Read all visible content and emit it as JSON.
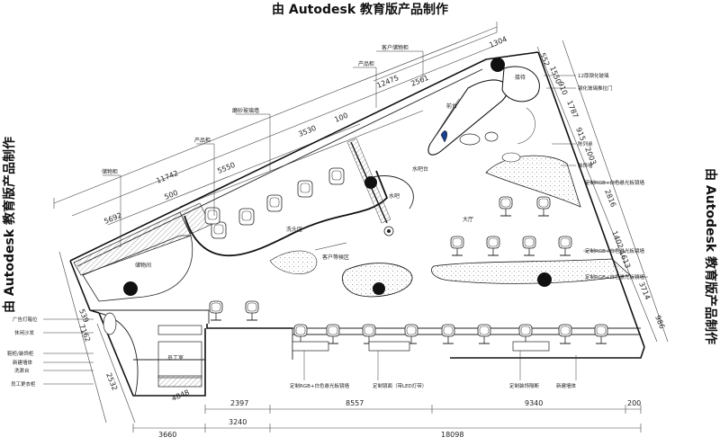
{
  "watermark": {
    "top": "由 Autodesk 教育版产品制作",
    "left": "由 Autodesk 教育版产品制作",
    "right": "由 Autodesk 教育版产品制作"
  },
  "dimensions": {
    "top_1304": "1304",
    "top_12475": "12475",
    "top_2561": "2561",
    "top_3530": "3530",
    "top_100": "100",
    "top_5550": "5550",
    "top_11742": "11742",
    "top_500": "500",
    "top_5692": "5692",
    "right_552": "552",
    "right_1550": "1550",
    "right_910": "910",
    "right_1787": "1787",
    "right_915": "915",
    "right_2003": "2003",
    "right_2816": "2816",
    "right_1402": "1402",
    "right_1613": "1613",
    "right_3714": "3714",
    "right_986": "986",
    "left_539": "539",
    "left_7162": "7162",
    "left_2532": "2532",
    "left_4848": "4848",
    "bottom_2397": "2397",
    "bottom_8557": "8557",
    "bottom_9340": "9340",
    "bottom_200": "200",
    "bottom_3660": "3660",
    "bottom_3240": "3240",
    "bottom_18098": "18098"
  },
  "labels": {
    "customer_locker": "客户储物柜",
    "product_cabinet_1": "产品柜",
    "frosted_glass_wall": "磨砂玻璃墙",
    "product_cabinet_2": "产品柜",
    "storage_cabinet": "储物柜",
    "storage_room": "储物间",
    "front_desk": "前台",
    "reception": "接待",
    "water_bar": "水吧台",
    "water_bar_room": "水吧",
    "shampoo_area": "洗头区",
    "waiting_area": "客户等候区",
    "hall": "大厅",
    "staff_room": "员工室",
    "ad_light_box": "广告灯箱位",
    "rest_sofa": "休闲沙发",
    "shoe_cabinet": "鞋柜/装饰柜",
    "new_hedge": "新建墙体",
    "sink": "洗漱台",
    "staff_wardrobe": "员工更衣柜",
    "r_glass_wall": "12厚钢化玻璃",
    "r_glass_door": "钢化玻璃推拉门",
    "r_display": "陈列桌",
    "r_decor_wall": "装饰墙",
    "r_mirror_1": "定制RGB+白色悬光板镜墙",
    "r_mirror_2": "定制RGB+白色悬光板镜墙",
    "r_mirror_3": "定制RGB+白色悬光板镜墙",
    "b_mirror_1": "定制RGB+白色悬光板镜墙",
    "b_mirror_2": "定制镜面（带LED灯带）",
    "b_mirror_3": "定制装饰隔断",
    "b_new_wall": "新建墙体"
  }
}
